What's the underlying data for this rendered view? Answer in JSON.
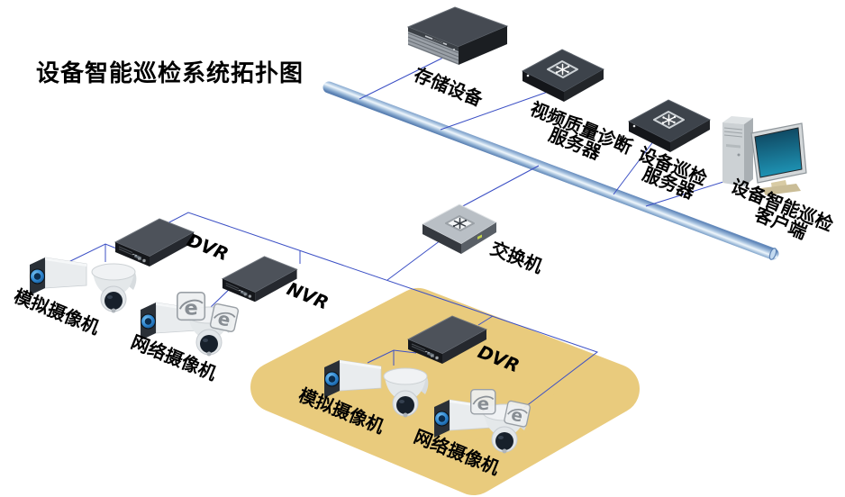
{
  "title": "设备智能巡检系统拓扑图",
  "colors": {
    "connection_line": "#3c50c5",
    "bus_edge": "#5d82b5",
    "bus_center": "#eef6fc",
    "highlight_zone": "#e9cb7d",
    "label_text": "#000000"
  },
  "nodes": {
    "storage": {
      "label": "存储设备"
    },
    "video_quality_server": {
      "line1": "视频质量诊断",
      "line2": "服务器"
    },
    "inspection_server": {
      "line1": "设备巡检",
      "line2": "服务器"
    },
    "client": {
      "line1": "设备智能巡检",
      "line2": "客户端"
    },
    "switch": {
      "label": "交换机"
    },
    "dvr_top": {
      "label": "DVR"
    },
    "nvr": {
      "label": "NVR"
    },
    "analog_camera_left": {
      "label": "模拟摄像机"
    },
    "network_camera_left": {
      "label": "网络摄像机"
    },
    "dvr_zone": {
      "label": "DVR"
    },
    "analog_camera_zone": {
      "label": "模拟摄像机"
    },
    "network_camera_zone": {
      "label": "网络摄像机"
    },
    "ie_badge": {
      "glyph": "e"
    }
  }
}
